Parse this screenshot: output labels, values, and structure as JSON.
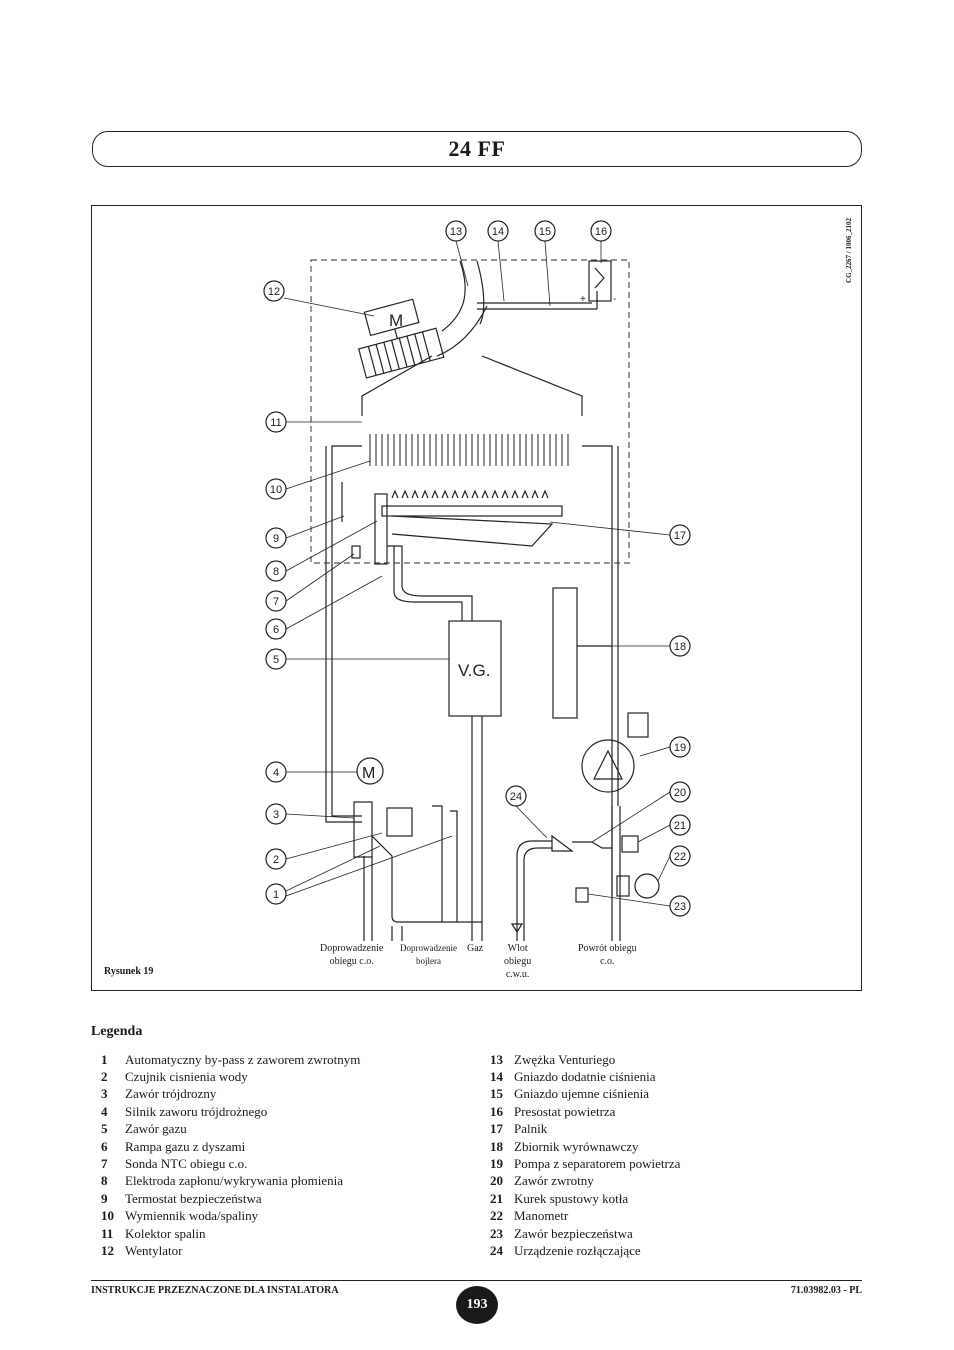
{
  "header": {
    "title": "24 FF"
  },
  "figure": {
    "caption": "Rysunek 19",
    "code": "CG_2267 / 1006_2102",
    "labels": {
      "motor_m": "M",
      "valve_vg": "V.G.",
      "plus": "+",
      "minus": "-"
    },
    "connections": [
      {
        "line1": "Doprowadzenie",
        "line2": "obiegu c.o.",
        "line3": ""
      },
      {
        "line1": "Doprowadzenie",
        "line2": "bojlera",
        "line3": ""
      },
      {
        "line1": "Gaz",
        "line2": "",
        "line3": ""
      },
      {
        "line1": "Wlot",
        "line2": "obiegu",
        "line3": "c.w.u."
      },
      {
        "line1": "Powrót obiegu",
        "line2": "c.o.",
        "line3": ""
      }
    ],
    "callouts": [
      "1",
      "2",
      "3",
      "4",
      "5",
      "6",
      "7",
      "8",
      "9",
      "10",
      "11",
      "12",
      "13",
      "14",
      "15",
      "16",
      "17",
      "18",
      "19",
      "20",
      "21",
      "22",
      "23",
      "24"
    ]
  },
  "legend": {
    "title": "Legenda",
    "items": [
      {
        "num": "1",
        "text": " Automatyczny by-pass z zaworem zwrotnym"
      },
      {
        "num": "2",
        "text": "Czujnik cisnienia wody"
      },
      {
        "num": "3",
        "text": "Zawór trójdrozny"
      },
      {
        "num": "4",
        "text": "Silnik zaworu trójdrożnego"
      },
      {
        "num": "5",
        "text": "Zawór gazu"
      },
      {
        "num": "6",
        "text": "Rampa gazu z dyszami"
      },
      {
        "num": "7",
        "text": "Sonda NTC obiegu c.o."
      },
      {
        "num": "8",
        "text": "Elektroda zapłonu/wykrywania płomienia"
      },
      {
        "num": "9",
        "text": "Termostat bezpieczeństwa"
      },
      {
        "num": "10",
        "text": "Wymiennik woda/spaliny"
      },
      {
        "num": "11",
        "text": "Kolektor spalin"
      },
      {
        "num": "12",
        "text": "Wentylator"
      },
      {
        "num": "13",
        "text": "Zwężka Venturiego"
      },
      {
        "num": "14",
        "text": "Gniazdo dodatnie ciśnienia"
      },
      {
        "num": "15",
        "text": "Gniazdo ujemne ciśnienia"
      },
      {
        "num": "16",
        "text": "Presostat powietrza"
      },
      {
        "num": "17",
        "text": "Palnik"
      },
      {
        "num": "18",
        "text": "Zbiornik wyrównawczy"
      },
      {
        "num": "19",
        "text": "Pompa z separatorem powietrza"
      },
      {
        "num": "20",
        "text": "Zawór zwrotny"
      },
      {
        "num": "21",
        "text": "Kurek spustowy kotła"
      },
      {
        "num": "22",
        "text": "Manometr"
      },
      {
        "num": "23",
        "text": "Zawór bezpieczeństwa"
      },
      {
        "num": "24",
        "text": "Urządzenie rozłączające"
      }
    ]
  },
  "footer": {
    "left": "INSTRUKCJE PRZEZNACZONE DLA INSTALATORA",
    "page": "193",
    "right": "71.03982.03 - PL"
  }
}
